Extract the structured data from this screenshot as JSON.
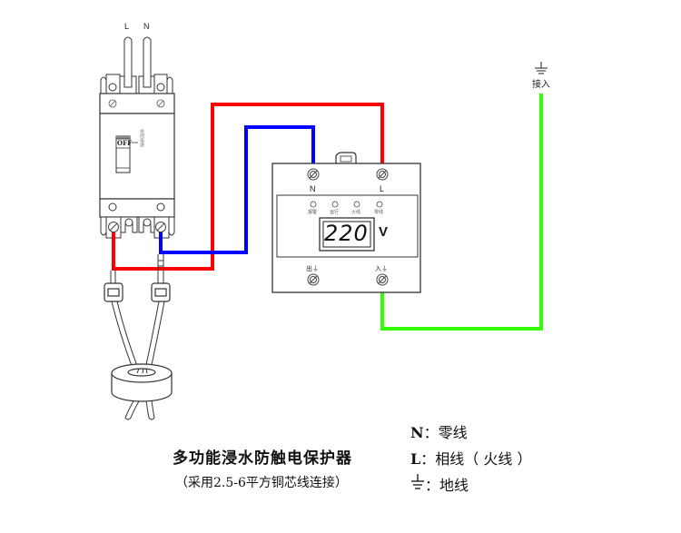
{
  "breaker": {
    "input_labels": [
      "L",
      "N"
    ],
    "switch_state": "OFF",
    "switch_note": "关闭电源"
  },
  "protector": {
    "top_terminals": [
      "N",
      "L"
    ],
    "indicators": [
      "报警",
      "运行",
      "火线",
      "零线"
    ],
    "display_value": "220",
    "display_unit": "V",
    "bottom_terminals": [
      "出⏚",
      "入⏚"
    ]
  },
  "ground": {
    "label": "接入"
  },
  "wires": {
    "live_color": "#ff0000",
    "neutral_color": "#0000ff",
    "ground_color": "#33ff00"
  },
  "caption": {
    "title": "多功能浸水防触电保护器",
    "subtitle": "（采用2.5-6平方铜芯线连接）"
  },
  "legend": [
    {
      "symbol": "N",
      "sep": "：",
      "text": "零线"
    },
    {
      "symbol": "L",
      "sep": "：",
      "text": "相线（ 火线 ）"
    },
    {
      "symbol": "⏚",
      "sep": "：",
      "text": "地线"
    }
  ]
}
